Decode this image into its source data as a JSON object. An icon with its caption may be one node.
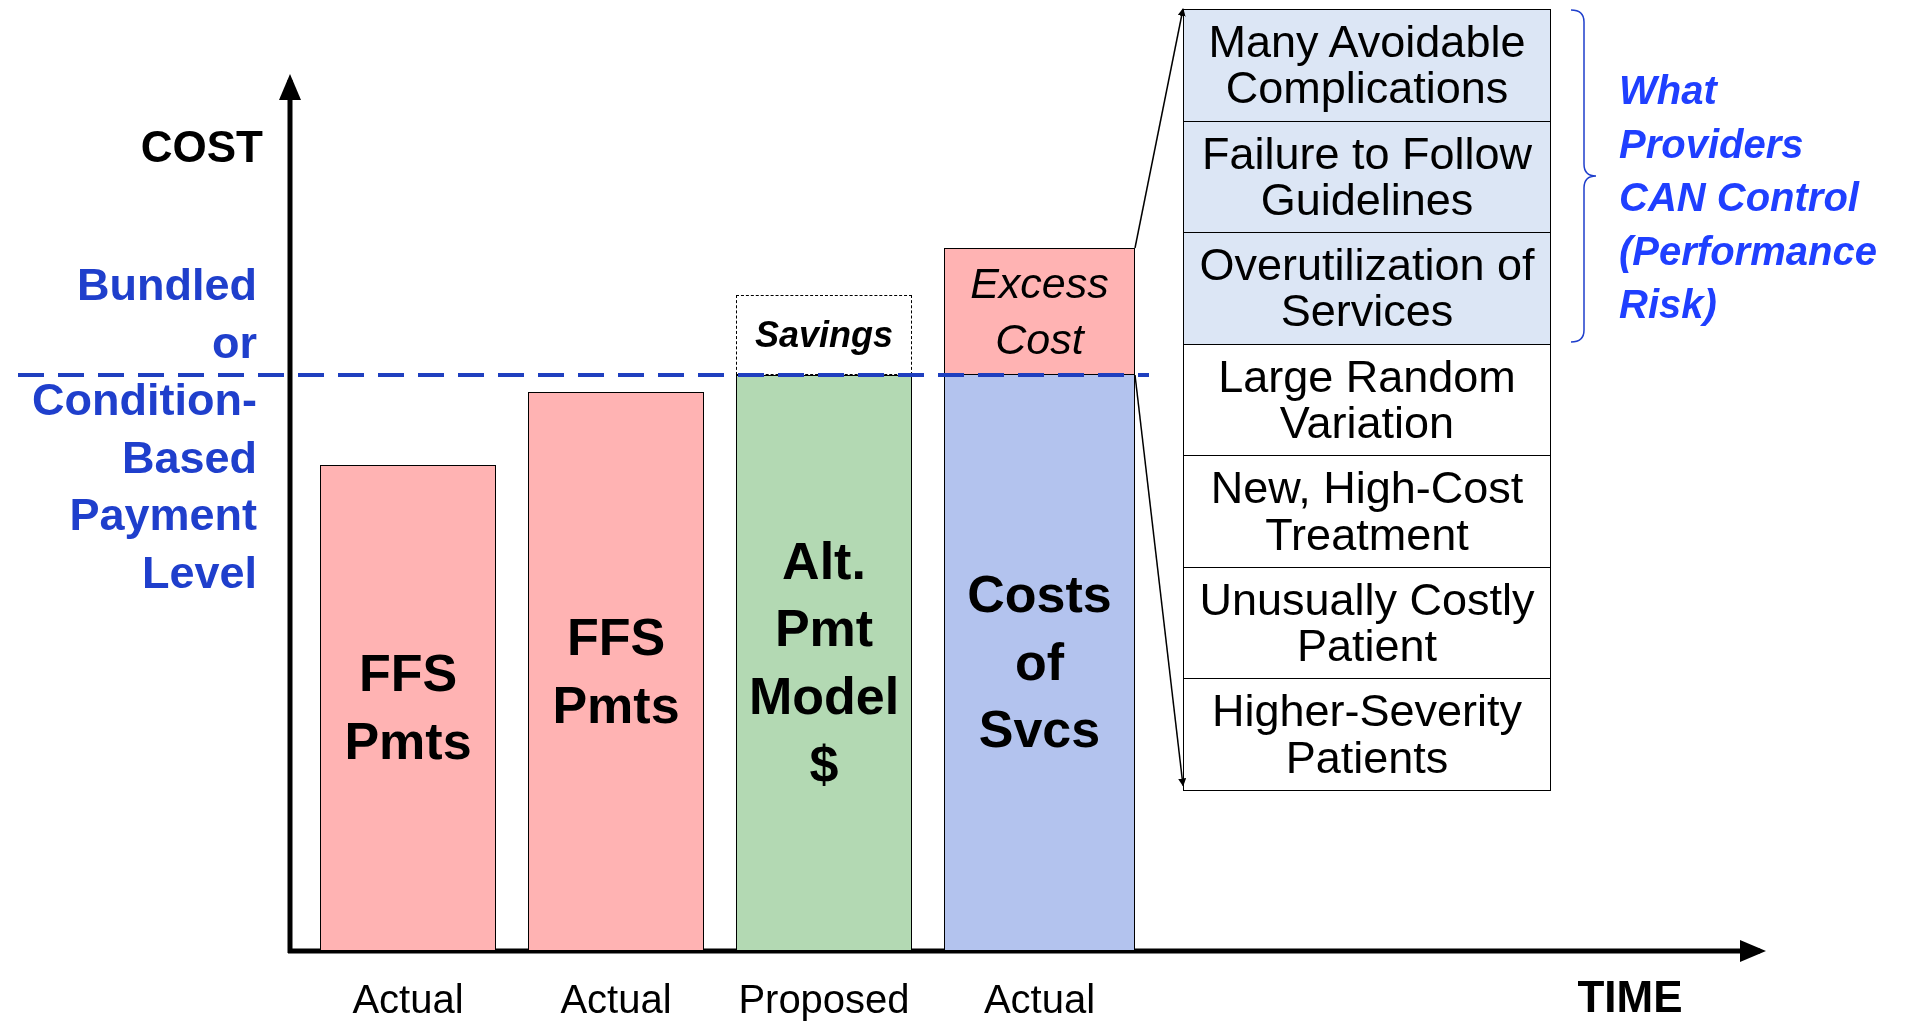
{
  "diagram": {
    "nodes": [
      {
        "text": [
          "FFS Pmts"
        ],
        "beside": [
          "Actual"
        ]
      },
      {
        "text": [
          "FFS Pmts"
        ],
        "beside": [
          "Actual"
        ]
      },
      {
        "text": [
          "Savings"
        ]
      },
      {
        "text": [
          "Alt. Pmt Model $"
        ],
        "beside": [
          "Proposed"
        ]
      },
      {
        "text": [
          "Excess Cost"
        ]
      },
      {
        "text": [
          "Costs of Svcs"
        ],
        "beside": [
          "Actual"
        ]
      },
      {
        "text": [],
        "shape": "box"
      },
      {
        "text": [
          "Many Avoidable Complications"
        ],
        "in": 6
      },
      {
        "text": [
          "Failure to Follow Guidelines"
        ],
        "in": 6
      },
      {
        "text": [
          "Overutilization of Services"
        ],
        "in": 6
      },
      {
        "text": [
          "Large Random Variation"
        ],
        "in": 6
      },
      {
        "text": [
          "New, High-Cost Treatment"
        ],
        "in": 6
      },
      {
        "text": [
          "Unusually Costly Patient"
        ],
        "in": 6
      },
      {
        "text": [
          "Higher-Severity Patients"
        ],
        "in": 6
      }
    ],
    "edges": [
      {
        "from": 4,
        "to": 6,
        "arrow": "to"
      },
      {
        "from": 4,
        "to": 6,
        "arrow": "to"
      }
    ],
    "labels": [
      "COST",
      "Bundled or Condition-Based Payment Level",
      "What Providers CAN Control (Performance Risk)",
      "TIME"
    ]
  }
}
